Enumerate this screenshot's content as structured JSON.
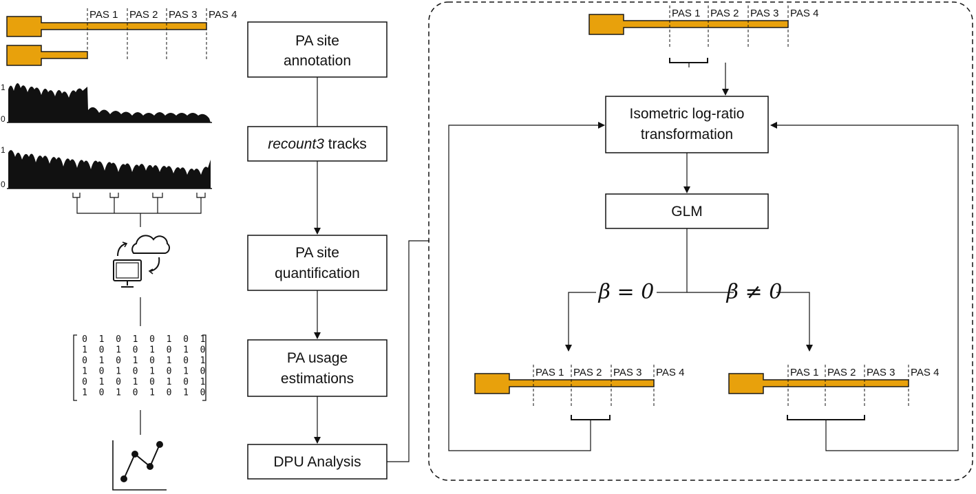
{
  "pas_labels": [
    "PAS 1",
    "PAS 2",
    "PAS 3",
    "PAS 4"
  ],
  "coverage_axis": {
    "top": "1",
    "bottom": "0"
  },
  "matrix": [
    [
      0,
      1,
      0,
      1,
      0,
      1,
      0,
      1
    ],
    [
      1,
      0,
      1,
      0,
      1,
      0,
      1,
      0
    ],
    [
      0,
      1,
      0,
      1,
      0,
      1,
      0,
      1
    ],
    [
      1,
      0,
      1,
      0,
      1,
      0,
      1,
      0
    ],
    [
      0,
      1,
      0,
      1,
      0,
      1,
      0,
      1
    ],
    [
      1,
      0,
      1,
      0,
      1,
      0,
      1,
      0
    ]
  ],
  "pipeline": [
    {
      "line1": "PA site",
      "line2": "annotation"
    },
    {
      "italic": "recount3",
      "rest": " tracks"
    },
    {
      "line1": "PA site",
      "line2": "quantification"
    },
    {
      "line1": "PA usage",
      "line2": "estimations"
    },
    {
      "line1": "DPU Analysis"
    }
  ],
  "detail": {
    "ilr": {
      "line1": "Isometric log-ratio",
      "line2": "transformation"
    },
    "glm": "GLM",
    "beta_zero": "β = 0",
    "beta_nonzero": "β ≠ 0"
  },
  "colors": {
    "gene": "#E8A10C",
    "outline": "#1a1a1a"
  }
}
